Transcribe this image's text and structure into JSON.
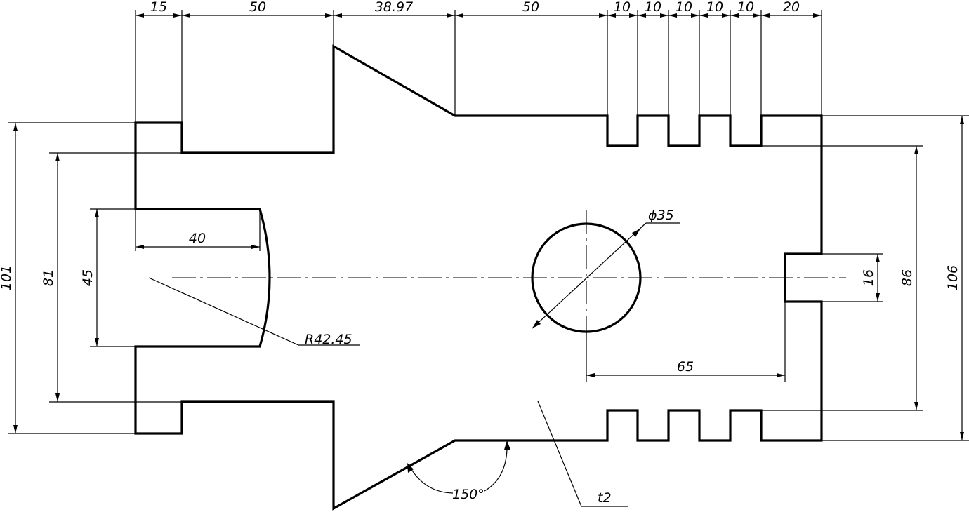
{
  "part": {
    "linear_dims": {
      "top_15": "15",
      "top_50a": "50",
      "top_3897": "38.97",
      "top_50b": "50",
      "top_10a": "10",
      "top_10b": "10",
      "top_10c": "10",
      "top_10d": "10",
      "top_10e": "10",
      "top_20": "20",
      "slot_40": "40",
      "offset_65": "65"
    },
    "vertical_dims": {
      "left_101": "101",
      "left_81": "81",
      "left_45": "45",
      "right_16": "16",
      "right_86": "86",
      "right_106": "106"
    },
    "radius_label": "R42.45",
    "hole_label": "ϕ35",
    "angle_label": "150°",
    "thickness_label": "t2"
  }
}
